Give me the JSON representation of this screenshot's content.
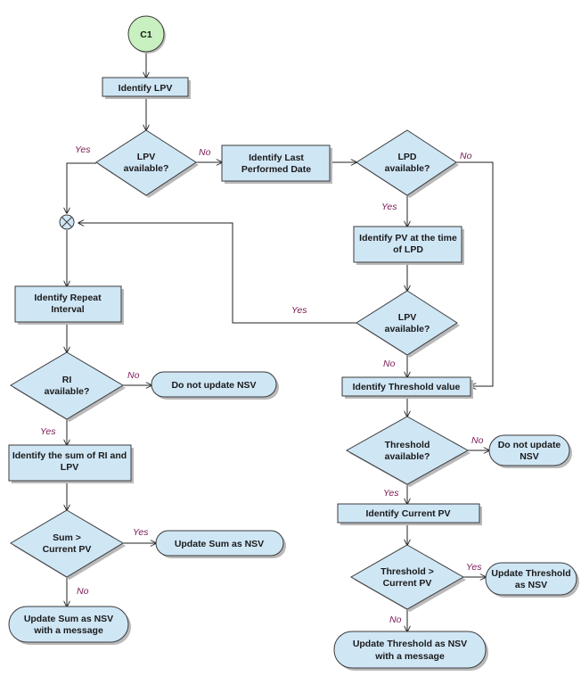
{
  "nodes": {
    "start": "C1",
    "identify_lpv": "Identify LPV",
    "lpv_available_1": [
      "LPV",
      "available?"
    ],
    "identify_lpd": [
      "Identify Last",
      "Performed Date"
    ],
    "lpd_available": [
      "LPD",
      "available?"
    ],
    "identify_pv_lpd": [
      "Identify PV at the time",
      "of LPD"
    ],
    "lpv_available_2": [
      "LPV",
      "available?"
    ],
    "identify_ri": [
      "Identify Repeat",
      "Interval"
    ],
    "ri_available": [
      "RI",
      "available?"
    ],
    "no_update_left": "Do not update NSV",
    "sum_ri_lpv": [
      "Identify the sum of RI and",
      "LPV"
    ],
    "sum_gt_pv": [
      "Sum >",
      "Current PV"
    ],
    "update_sum": "Update Sum as NSV",
    "update_sum_msg": [
      "Update Sum as NSV",
      "with a message"
    ],
    "identify_threshold": "Identify Threshold  value",
    "threshold_available": [
      "Threshold",
      "available?"
    ],
    "no_update_right": [
      "Do not update",
      "NSV"
    ],
    "identify_current_pv": "Identify Current PV",
    "threshold_gt_pv": [
      "Threshold >",
      "Current PV"
    ],
    "update_threshold": [
      "Update Threshold",
      "as NSV"
    ],
    "update_threshold_msg": [
      "Update Threshold as NSV",
      "with a message"
    ]
  },
  "edge_labels": {
    "yes": "Yes",
    "no": "No"
  },
  "colors": {
    "box_fill": "#cfe6f5",
    "start_fill": "#c8f0c0",
    "edge_label": "#7a1a55"
  }
}
